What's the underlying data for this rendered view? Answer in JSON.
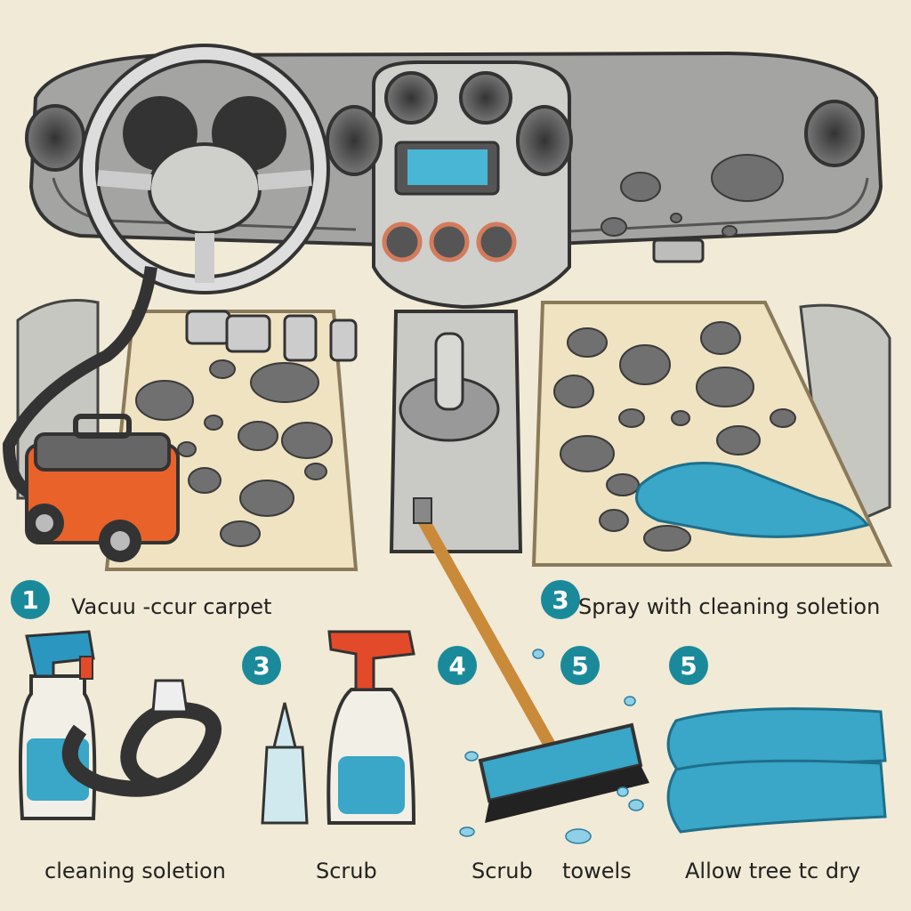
{
  "steps": [
    {
      "number": "1",
      "label": "Vacuu -ccur carpet"
    },
    {
      "number": "3",
      "label": "Spray with cleaning soletion"
    },
    {
      "number": "3",
      "label": ""
    },
    {
      "number": "4",
      "label": ""
    },
    {
      "number": "5",
      "label": ""
    },
    {
      "number": "5",
      "label": ""
    }
  ],
  "captions": {
    "c1": "cleaning soletion",
    "c2": "Scrub",
    "c3": "Scrub",
    "c4": "towels",
    "c5": "Allow tree tc dry"
  },
  "colors": {
    "background": "#f1ead6",
    "badge": "#1a8a9a",
    "dashboard": "#9a9a98",
    "mat": "#efe3c2",
    "dirt": "#707070",
    "towel": "#3aa6c8",
    "vacuum": "#e8622a"
  },
  "icons": [
    "vacuum-icon",
    "spray-bottle-icon",
    "scrub-brush-icon",
    "towel-icon",
    "hose-icon",
    "dropper-bottle-icon"
  ]
}
